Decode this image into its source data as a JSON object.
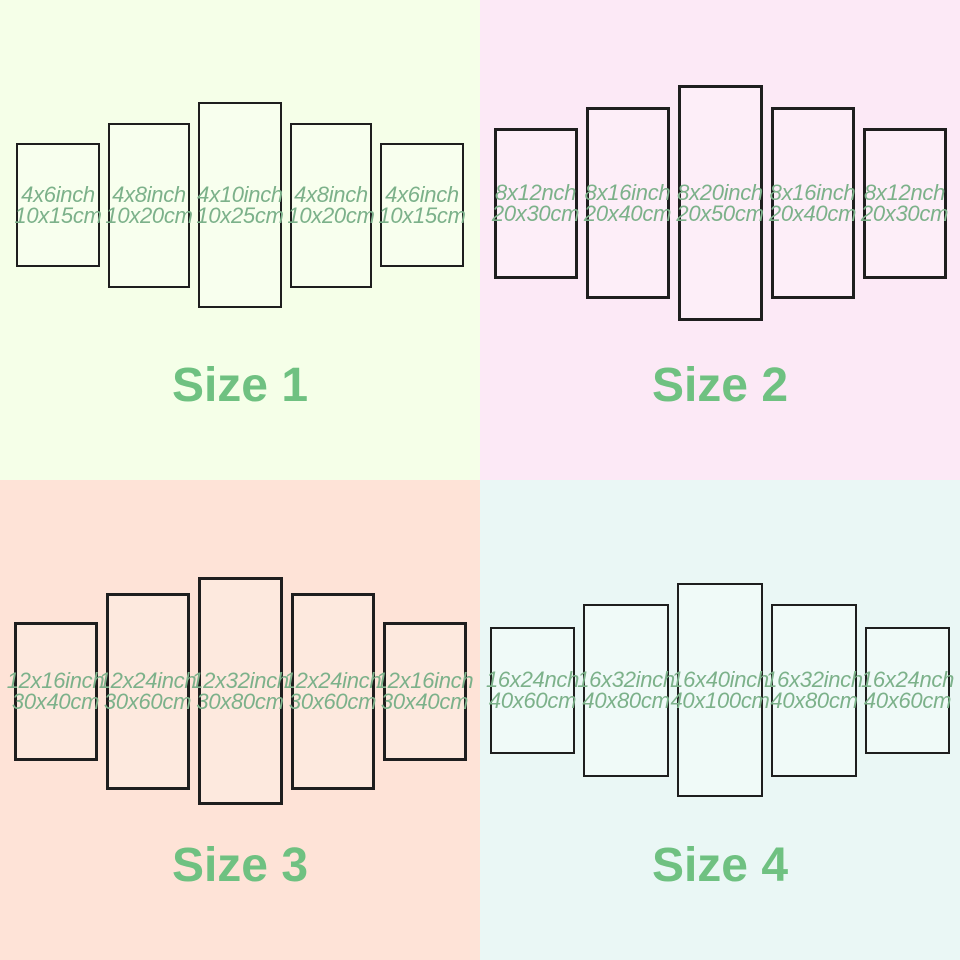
{
  "colors": {
    "panel_text": "#7cb18a",
    "size_label": "#6fc181",
    "panel_border": "#1e1e1e"
  },
  "quadrants": [
    {
      "id": "size-1",
      "label": "Size 1",
      "background": "#f5ffe8",
      "panel_fill": "#f8ffee",
      "panels": [
        {
          "inch": "4x6inch",
          "cm": "10x15cm"
        },
        {
          "inch": "4x8inch",
          "cm": "10x20cm"
        },
        {
          "inch": "4x10inch",
          "cm": "10x25cm"
        },
        {
          "inch": "4x8inch",
          "cm": "10x20cm"
        },
        {
          "inch": "4x6inch",
          "cm": "10x15cm"
        }
      ]
    },
    {
      "id": "size-2",
      "label": "Size 2",
      "background": "#fce9f6",
      "panel_fill": "#fdeef8",
      "panels": [
        {
          "inch": "8x12nch",
          "cm": "20x30cm"
        },
        {
          "inch": "8x16inch",
          "cm": "20x40cm"
        },
        {
          "inch": "8x20inch",
          "cm": "20x50cm"
        },
        {
          "inch": "8x16inch",
          "cm": "20x40cm"
        },
        {
          "inch": "8x12nch",
          "cm": "20x30cm"
        }
      ]
    },
    {
      "id": "size-3",
      "label": "Size 3",
      "background": "#fee3d7",
      "panel_fill": "#fde9de",
      "panels": [
        {
          "inch": "12x16inch",
          "cm": "30x40cm"
        },
        {
          "inch": "12x24inch",
          "cm": "30x60cm"
        },
        {
          "inch": "12x32inch",
          "cm": "30x80cm"
        },
        {
          "inch": "12x24inch",
          "cm": "30x60cm"
        },
        {
          "inch": "12x16inch",
          "cm": "30x40cm"
        }
      ]
    },
    {
      "id": "size-4",
      "label": "Size 4",
      "background": "#eaf7f5",
      "panel_fill": "#f0faf8",
      "panels": [
        {
          "inch": "16x24nch",
          "cm": "40x60cm"
        },
        {
          "inch": "16x32inch",
          "cm": "40x80cm"
        },
        {
          "inch": "16x40inch",
          "cm": "40x100cm"
        },
        {
          "inch": "16x32inch",
          "cm": "40x80cm"
        },
        {
          "inch": "16x24nch",
          "cm": "40x60cm"
        }
      ]
    }
  ]
}
